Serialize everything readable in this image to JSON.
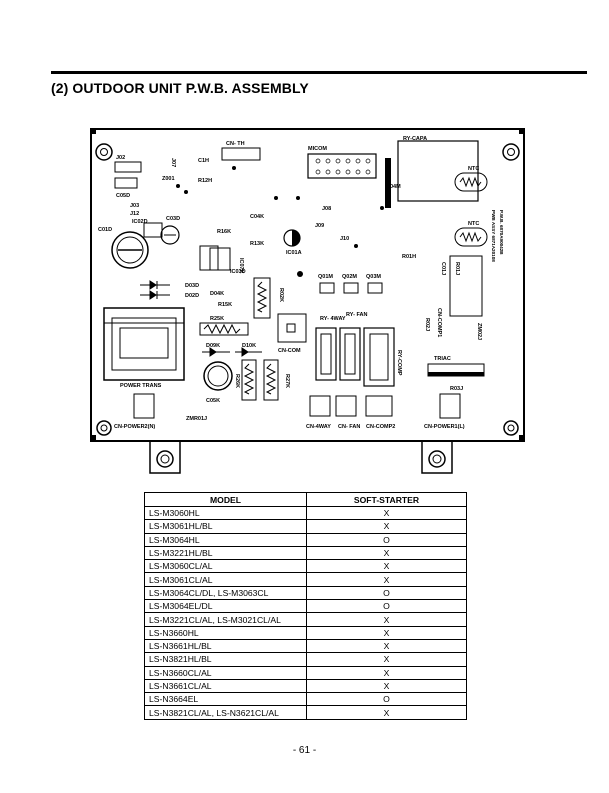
{
  "section": {
    "title": "(2) OUTDOOR UNIT P.W.B. ASSEMBLY"
  },
  "board": {
    "labels": {
      "cn_th": "CN- TH",
      "micom": "MICOM",
      "ry_capa": "RY-CAPA",
      "ntc1": "NTC",
      "ntc2": "NTC",
      "c1h": "C1H",
      "j02": "J02",
      "j07": "J07",
      "c05d": "C05D",
      "z001": "Z001",
      "r12h": "R12H",
      "j03": "J03",
      "j12": "J12",
      "ic02d": "IC02D",
      "c01d": "C01D",
      "r16k": "R16K",
      "c03d": "C03D",
      "c04k": "C04K",
      "r13k": "R13K",
      "ic07k": "IC07K",
      "ic03d": "IC03D",
      "ic01a": "IC01A",
      "j10": "J10",
      "j08": "J08",
      "j09": "J09",
      "d03d": "D03D",
      "d02d": "D02D",
      "d04k": "D04K",
      "r15k": "R15K",
      "r25k": "R25K",
      "r02k": "R02K",
      "d09k": "D09K",
      "d10k": "D10K",
      "c05k": "C05K",
      "r26k": "R26K",
      "r27k": "R27K",
      "power_trans": "POWER TRANS",
      "cn_com": "CN-COM",
      "ry_4way": "RY- 4WAY",
      "ry_fan": "RY- FAN",
      "ry_comp": "RY-COMP",
      "q01m": "Q01M",
      "q02m": "Q02M",
      "q03m": "Q03M",
      "r01h": "R01H",
      "r04m": "R04M",
      "c01j": "C01J",
      "r01j": "R01J",
      "cn_comp1": "CN-COMP1",
      "r02j": "R02J",
      "zm02j": "ZM02J",
      "triac": "TRIAC",
      "r03j": "R03J",
      "zmr01j": "ZMR01J",
      "pwb_no": "P.W.B. 6870A90042B",
      "pwb_assy": "PWB ASSY 6871A20108",
      "cn_power2": "CN-POWER2(N)",
      "cn_4way": "CN-4WAY",
      "cn_fan": "CN- FAN",
      "cn_comp2": "CN-COMP2",
      "cn_power1": "CN-POWER1(L)"
    }
  },
  "table": {
    "headers": [
      "MODEL",
      "SOFT-STARTER"
    ],
    "rows": [
      [
        "LS-M3060HL",
        "X"
      ],
      [
        "LS-M3061HL/BL",
        "X"
      ],
      [
        "LS-M3064HL",
        "O"
      ],
      [
        "LS-M3221HL/BL",
        "X"
      ],
      [
        "LS-M3060CL/AL",
        "X"
      ],
      [
        "LS-M3061CL/AL",
        "X"
      ],
      [
        "LS-M3064CL/DL, LS-M3063CL",
        "O"
      ],
      [
        "LS-M3064EL/DL",
        "O"
      ],
      [
        "LS-M3221CL/AL, LS-M3021CL/AL",
        "X"
      ],
      [
        "LS-N3660HL",
        "X"
      ],
      [
        "LS-N3661HL/BL",
        "X"
      ],
      [
        "LS-N3821HL/BL",
        "X"
      ],
      [
        "LS-N3660CL/AL",
        "X"
      ],
      [
        "LS-N3661CL/AL",
        "X"
      ],
      [
        "LS-N3664EL",
        "O"
      ],
      [
        "LS-N3821CL/AL, LS-N3621CL/AL",
        "X"
      ]
    ]
  },
  "footer": {
    "page_number": "- 61 -"
  }
}
